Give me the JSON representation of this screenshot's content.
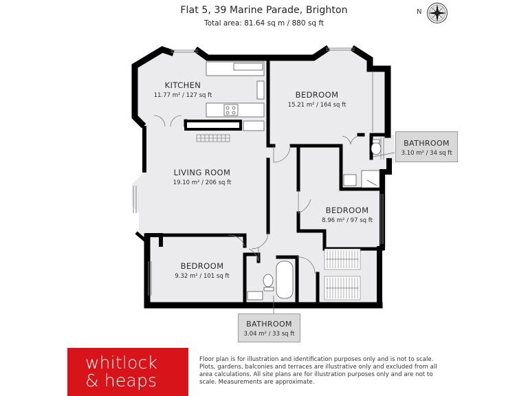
{
  "header": {
    "title": "Flat 5, 39 Marine Parade, Brighton",
    "total_area": "Total area: 81.64 sq m / 880 sq ft"
  },
  "compass": {
    "label": "N",
    "icon": "compass-rose-icon"
  },
  "rooms": [
    {
      "name": "KITCHEN",
      "area": "11.77 m² / 127 sq ft"
    },
    {
      "name": "BEDROOM",
      "area": "15.21 m² / 164 sq ft"
    },
    {
      "name": "BATHROOM",
      "area": "3.10 m² / 34 sq ft"
    },
    {
      "name": "LIVING ROOM",
      "area": "19.10 m² / 206 sq ft"
    },
    {
      "name": "BEDROOM",
      "area": "8.96 m² / 97 sq ft"
    },
    {
      "name": "BEDROOM",
      "area": "9.32 m² / 101 sq ft"
    },
    {
      "name": "BATHROOM",
      "area": "3.04 m² / 33 sq ft"
    }
  ],
  "logo": {
    "line1": "whitlock",
    "line2": "& heaps",
    "color": "#d7141a"
  },
  "disclaimer": "Floor plan is for illustration and identification purposes only and is not to scale. Plots, gardens, balconies and terraces are illustrative only and excluded from all area calculations. All site plans are for illustration purposes only and are not to scale. Measurements are approximate.",
  "colors": {
    "floor": "#ebebed",
    "wall": "#000000",
    "callout": "#d9d9d9"
  }
}
